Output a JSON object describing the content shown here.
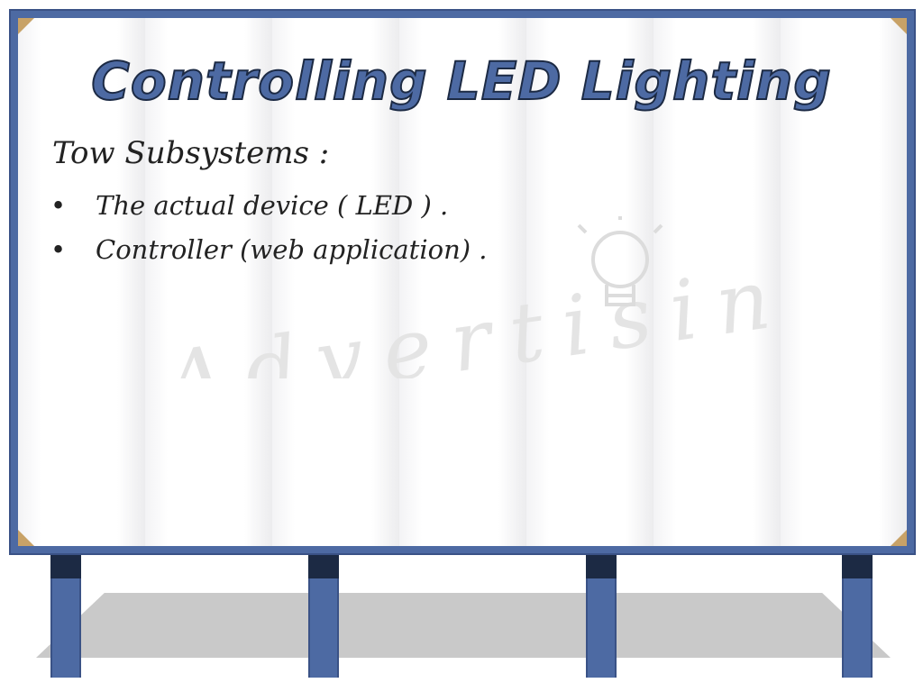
{
  "slide": {
    "title": "Controlling LED Lighting",
    "subtitle": "Tow Subsystems :",
    "bullets": [
      {
        "marker": "•",
        "text": "The actual device ( LED ) ."
      },
      {
        "marker": "•",
        "text": "Controller (web application) ."
      }
    ],
    "watermark": "Advertising"
  },
  "colors": {
    "frame": "#4d6aa3",
    "frame_dark": "#1c2a44",
    "corner": "#c8a267",
    "watermark": "#e2e2e2"
  },
  "icons": [
    "lightbulb-icon"
  ]
}
